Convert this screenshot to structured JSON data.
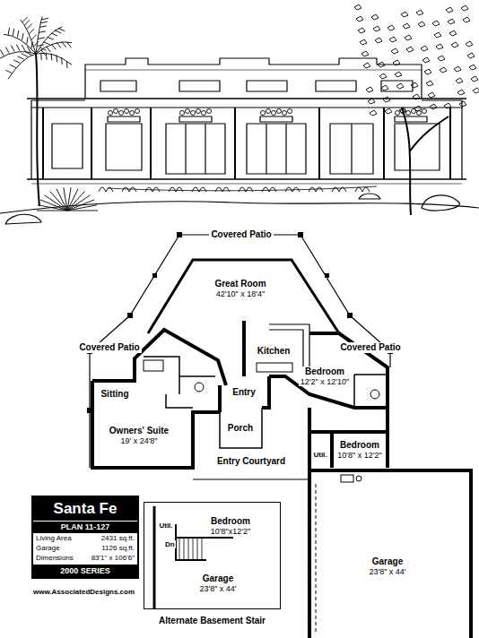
{
  "diagram": {
    "nodes": [
      {
        "text": [
          "Covered Patio"
        ]
      },
      {
        "text": [
          "Great Room",
          "42'10\" x 18'4\""
        ]
      },
      {
        "text": [
          "Covered Patio"
        ]
      },
      {
        "text": [
          "Kitchen"
        ]
      },
      {
        "text": [
          "Bedroom",
          "12'2\" x 12'10\""
        ]
      },
      {
        "text": [
          "Covered Patio"
        ]
      },
      {
        "text": [
          "Sitting"
        ]
      },
      {
        "text": [
          "Entry"
        ]
      },
      {
        "text": [
          "Owners' Suite",
          "19' x 24'8\""
        ]
      },
      {
        "text": [
          "Porch"
        ]
      },
      {
        "text": [
          "Bedroom",
          "10'8\" x 12'2\""
        ]
      },
      {
        "text": [
          "Entry Courtyard"
        ]
      },
      {
        "text": [
          "Util."
        ]
      },
      {
        "text": [
          "Santa Fe",
          "PLAN 11-127",
          "Living Area",
          "2431 sq.ft.",
          "Garage",
          "1126 sq.ft.",
          "Dimensions",
          "83'1\" x 106'6\"",
          "2000 SERIES"
        ]
      },
      {
        "text": [
          "Alternate Basement Stair"
        ]
      },
      {
        "text": [
          "Util."
        ],
        "in": 14
      },
      {
        "text": [
          "Bedroom",
          "10'8\"x12'2\""
        ],
        "in": 14
      },
      {
        "text": [
          "Garage",
          "23'8\" x 44'"
        ],
        "in": 14
      },
      {
        "text": [
          "Garage",
          "23'8\" x 44'"
        ]
      }
    ],
    "edges": [],
    "labels": [
      "Dn",
      "www.AssociatedDesigns.com"
    ]
  }
}
